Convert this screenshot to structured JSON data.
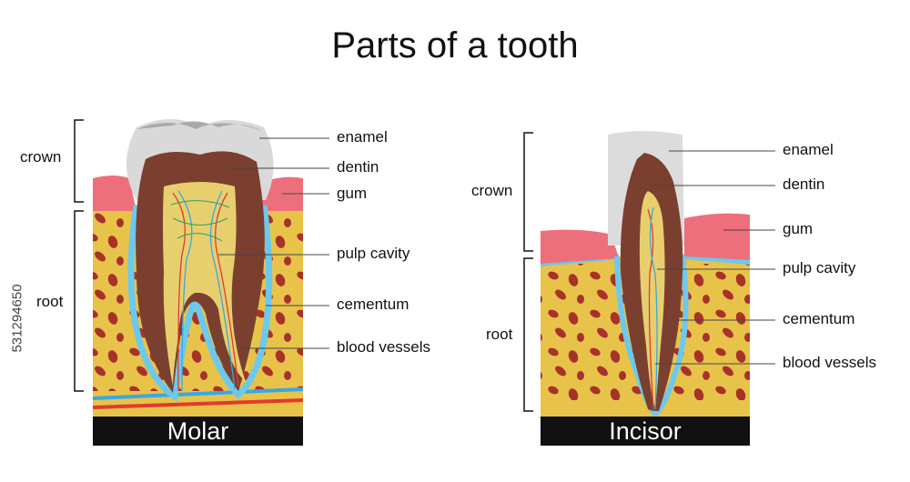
{
  "title": "Parts of a tooth",
  "side_id": "531294650",
  "molar": {
    "caption": "Molar",
    "bracket_labels": {
      "crown": "crown",
      "root": "root"
    },
    "labels": {
      "enamel": "enamel",
      "dentin": "dentin",
      "gum": "gum",
      "pulp_cavity": "pulp cavity",
      "cementum": "cementum",
      "blood_vessels": "blood vessels"
    }
  },
  "incisor": {
    "caption": "Incisor",
    "bracket_labels": {
      "crown": "crown",
      "root": "root"
    },
    "labels": {
      "enamel": "enamel",
      "dentin": "dentin",
      "gum": "gum",
      "pulp_cavity": "pulp cavity",
      "cementum": "cementum",
      "blood_vessels": "blood vessels"
    }
  },
  "colors": {
    "bone": "#e8c34a",
    "bone_spot": "#a8322a",
    "gum": "#ee6f7c",
    "enamel": "#d8d8d8",
    "dentin": "#7b3f2f",
    "pulp": "#e7cf6e",
    "cementum": "#6cc9ee",
    "vessel_red": "#e23a2e",
    "vessel_blue": "#38a8e0"
  }
}
